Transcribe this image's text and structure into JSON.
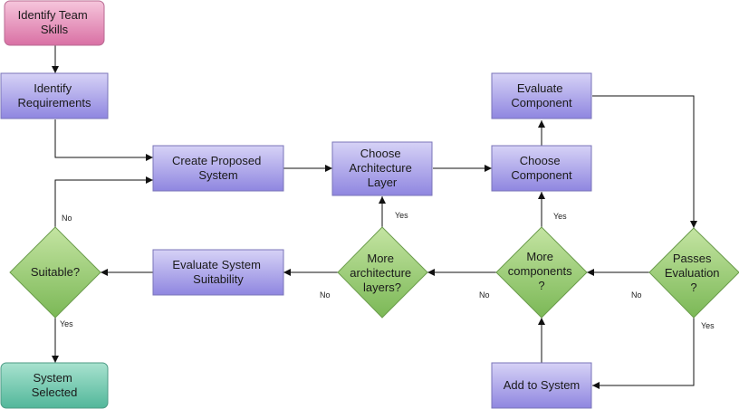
{
  "colors": {
    "process_fill_top": "#d6d2f6",
    "process_fill_bottom": "#8f86e0",
    "process_stroke": "#7a74b8",
    "start_fill_top": "#f6c6dc",
    "start_fill_bottom": "#d970a4",
    "start_stroke": "#b86a92",
    "end_fill_top": "#a8e2cf",
    "end_fill_bottom": "#52b79a",
    "end_stroke": "#4c9a84",
    "decision_fill_top": "#c4e4a2",
    "decision_fill_bottom": "#7bb856",
    "decision_stroke": "#6b9c4c",
    "edge": "#111111"
  },
  "nodes": {
    "identify_team_skills": [
      "Identify Team",
      "Skills"
    ],
    "identify_requirements": [
      "Identify",
      "Requirements"
    ],
    "create_proposed_system": [
      "Create Proposed",
      "System"
    ],
    "choose_architecture_layer": [
      "Choose",
      "Architecture",
      "Layer"
    ],
    "choose_component": [
      "Choose",
      "Component"
    ],
    "evaluate_component": [
      "Evaluate",
      "Component"
    ],
    "passes_evaluation": [
      "Passes",
      "Evaluation",
      "?"
    ],
    "more_components": [
      "More",
      "components",
      "?"
    ],
    "more_architecture_layers": [
      "More",
      "architecture",
      "layers?"
    ],
    "evaluate_system_suitability": [
      "Evaluate System",
      "Suitability"
    ],
    "suitable": [
      "Suitable?"
    ],
    "system_selected": [
      "System",
      "Selected"
    ],
    "add_to_system": [
      "Add to System"
    ]
  },
  "edge_labels": {
    "suitable_no": "No",
    "suitable_yes": "Yes",
    "more_layers_yes": "Yes",
    "more_layers_no": "No",
    "more_components_yes": "Yes",
    "more_components_no": "No",
    "passes_no": "No",
    "passes_yes": "Yes"
  }
}
